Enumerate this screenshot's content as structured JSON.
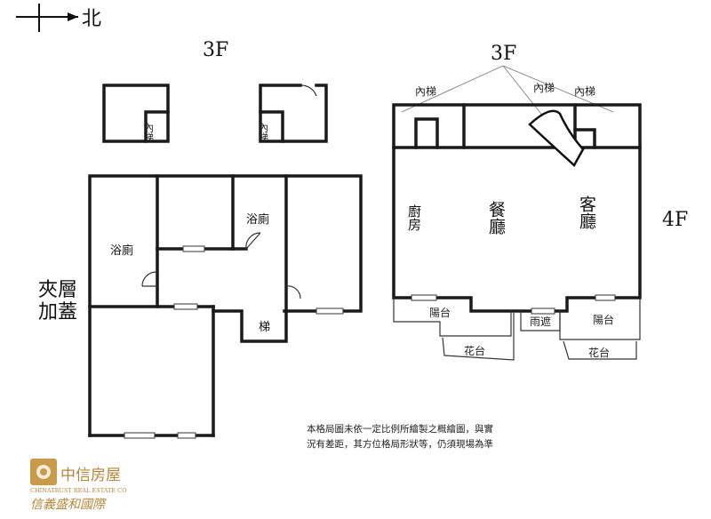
{
  "compass": {
    "north_label": "北"
  },
  "floors": {
    "left_label": "3F",
    "right_label": "3F",
    "side_label": "4F",
    "mezzanine_line1": "夾層",
    "mezzanine_line2": "加蓋"
  },
  "rooms": {
    "inner_stair": "內梯",
    "bathroom": "浴廁",
    "stair": "梯",
    "kitchen": "廚房",
    "dining": "餐廳",
    "living": "客廳",
    "balcony": "陽台",
    "covered_balcony": "雨遮",
    "planter": "花台"
  },
  "disclaimer": {
    "line1": "本格局圖未依一定比例所繪製之概繪圖，與實",
    "line2": "況有差距，其方位格局形狀等，仍須現場為準"
  },
  "logo": {
    "brand": "中信房屋",
    "english": "CHINATRUST REAL ESTATE CO",
    "slogan": "信義盛和國際"
  },
  "colors": {
    "wall": "#1a1a1a",
    "logo": "#b2873a"
  }
}
